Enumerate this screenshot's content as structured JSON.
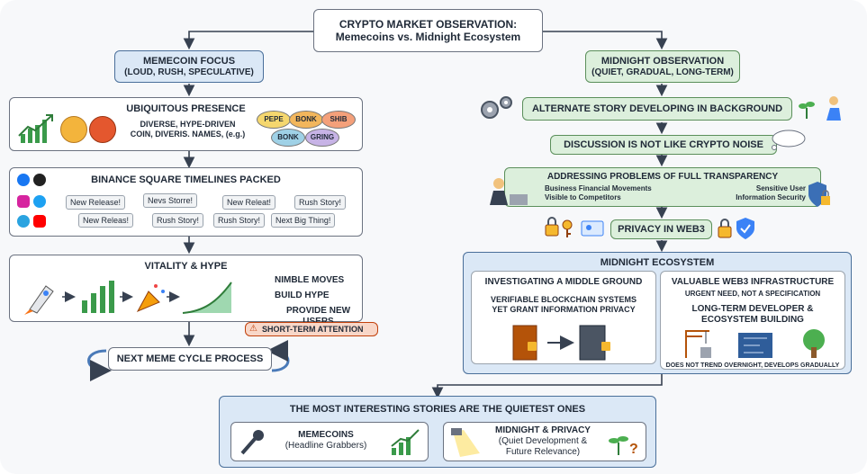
{
  "title": {
    "line1": "CRYPTO MARKET OBSERVATION:",
    "line2": "Memecoins vs. Midnight Ecosystem"
  },
  "memecoin_focus": {
    "title": "MEMECOIN FOCUS",
    "subtitle": "(LOUD, RUSH, SPECULATIVE)"
  },
  "midnight_observation": {
    "title": "MIDNIGHT OBSERVATION",
    "subtitle": "(QUIET, GRADUAL, LONG-TERM)"
  },
  "ubiquitous": {
    "title": "UBIQUITOUS PRESENCE",
    "text": [
      "DIVERSE, HYPE-DRIVEN",
      "COIN, DIVERIS. NAMES, (e.g.)"
    ],
    "coins": [
      "PEPE",
      "BONK",
      "SHIB",
      "BONK",
      "GRING"
    ],
    "coin_colors": [
      "#f5d76e",
      "#f2b65c",
      "#f4a07a",
      "#9fd1e6",
      "#c7b3e6"
    ]
  },
  "binance": {
    "title": "BINANCE SQUARE TIMELINES PACKED",
    "row1": [
      "New Release!",
      "Nevs Storre!",
      "New Releat!",
      "Rush Story!"
    ],
    "row2": [
      "New Releas!",
      "Rush Story!",
      "Rush Story!",
      "Next Big Thing!"
    ]
  },
  "vitality": {
    "title": "VITALITY & HYPE",
    "outcomes": [
      "NIMBLE MOVES",
      "BUILD HYPE",
      "PROVIDE NEW USERS"
    ],
    "warning": "SHORT-TERM ATTENTION"
  },
  "next_cycle": "NEXT MEME CYCLE PROCESS",
  "alternate": "ALTERNATE STORY DEVELOPING IN BACKGROUND",
  "discussion": "DISCUSSION IS NOT LIKE CRYPTO NOISE",
  "transparency": {
    "title": "ADDRESSING PROBLEMS OF FULL TRANSPARENCY",
    "left": [
      "Business Financial Movements",
      "Visible to Competitors"
    ],
    "right": [
      "Sensitive User",
      "Information Security"
    ]
  },
  "privacy": "PRIVACY IN WEB3",
  "ecosystem": {
    "title": "MIDNIGHT ECOSYSTEM",
    "left_title": "INVESTIGATING A MIDDLE GROUND",
    "left_text": [
      "VERIFIABLE BLOCKCHAIN SYSTEMS",
      "YET GRANT INFORMATION PRIVACY"
    ],
    "right_title": "VALUABLE WEB3 INFRASTRUCTURE",
    "right_sub": "URGENT NEED, NOT A SPECIFICATION",
    "right_title2": [
      "LONG-TERM DEVELOPER &",
      "ECOSYSTEM BUILDING"
    ],
    "footer": "DOES NOT TREND OVERNIGHT, DEVELOPS GRADUALLY"
  },
  "conclusion": {
    "title": "THE MOST INTERESTING STORIES ARE THE QUIETEST ONES",
    "left": [
      "MEMECOINS",
      "(Headline Grabbers)"
    ],
    "right": [
      "MIDNIGHT & PRIVACY",
      "(Quiet Development &",
      "Future Relevance)"
    ]
  },
  "colors": {
    "blue": "#dbe8f6",
    "green": "#dcefdc",
    "arrow": "#374151",
    "warning": "#f8d7c8"
  }
}
